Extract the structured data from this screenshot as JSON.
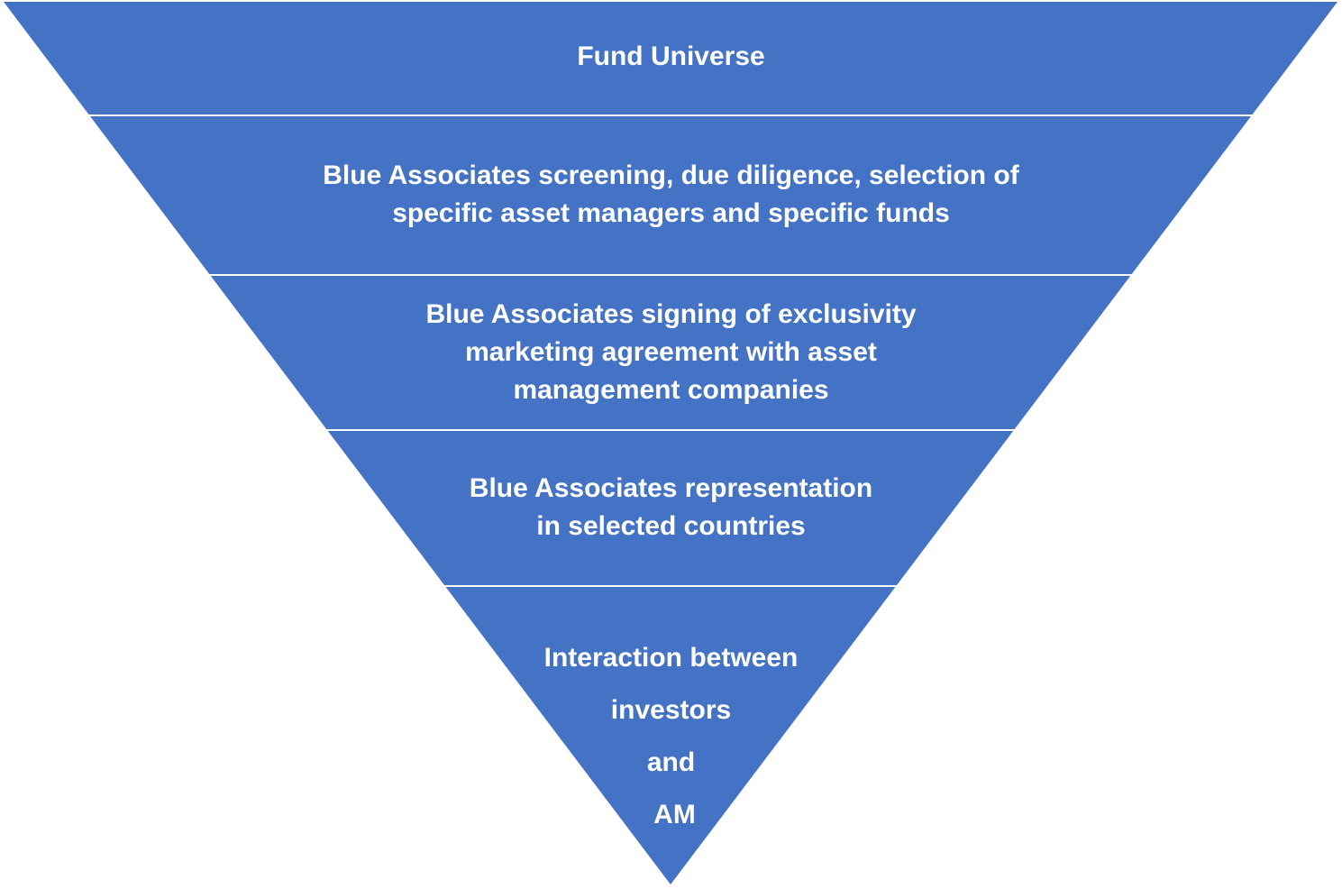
{
  "colors": {
    "fill": "#4472C4",
    "separator": "#FFFFFF",
    "text": "#FFFFFF"
  },
  "funnel": {
    "layers": [
      {
        "lines": [
          "Fund Universe"
        ]
      },
      {
        "lines": [
          "Blue Associates screening, due diligence, selection of",
          "specific asset managers and specific funds"
        ]
      },
      {
        "lines": [
          "Blue Associates signing of exclusivity",
          "marketing agreement with asset",
          "management companies"
        ]
      },
      {
        "lines": [
          "Blue Associates representation",
          "in selected countries"
        ]
      },
      {
        "lines": [
          "Interaction between",
          "investors",
          "and",
          "AM"
        ]
      }
    ]
  }
}
